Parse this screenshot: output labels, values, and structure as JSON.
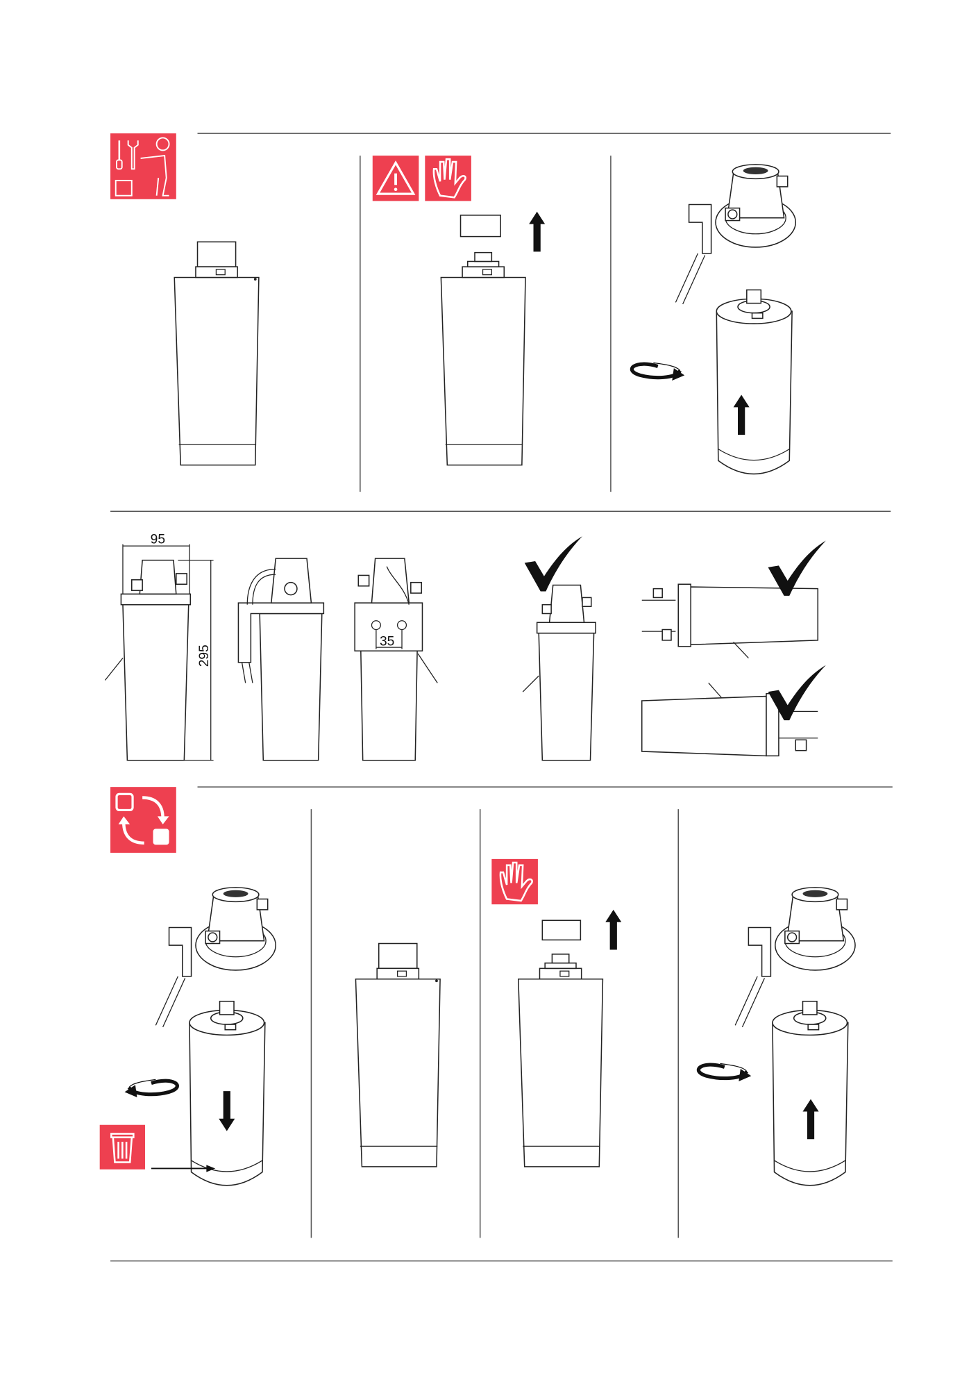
{
  "colors": {
    "icon_red": "#ee4050",
    "line": "#222222"
  },
  "icons": {
    "tools_installer": "tools-and-installer-icon",
    "warning": "warning-triangle-icon",
    "stop_hand": "stop-hand-icon",
    "replace": "replace-cartridge-icon",
    "trash": "trash-bin-icon",
    "check": "check-mark-icon"
  },
  "dimensions": {
    "width": "95",
    "height": "295",
    "hole_spacing": "35"
  }
}
